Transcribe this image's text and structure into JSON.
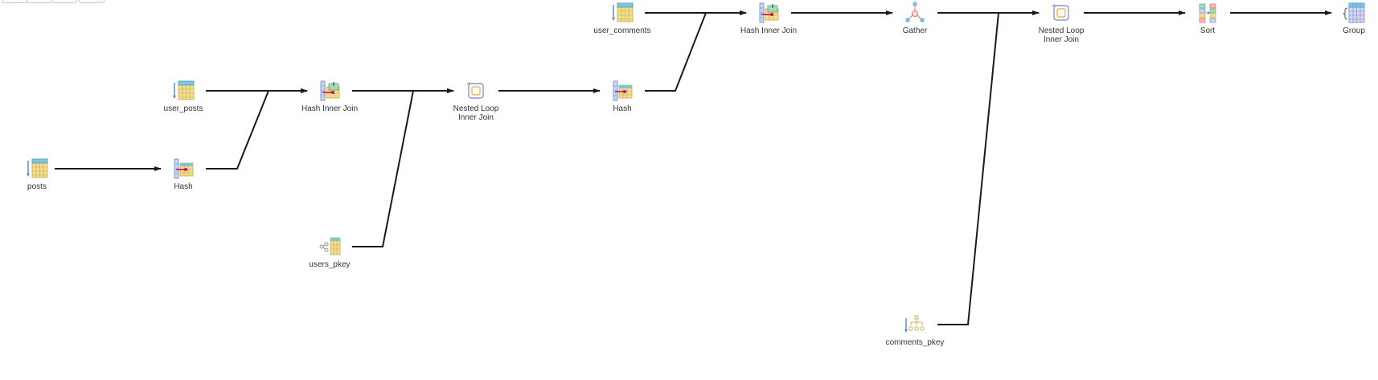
{
  "toolbar": {
    "buttons": [
      "",
      "",
      ""
    ],
    "extra": ""
  },
  "nodes": {
    "posts": {
      "label": "posts",
      "icon": "table-scan-icon"
    },
    "hash1": {
      "label": "Hash",
      "icon": "hash-icon"
    },
    "user_posts": {
      "label": "user_posts",
      "icon": "table-scan-icon"
    },
    "hash_join1": {
      "label": "Hash Inner Join",
      "icon": "hash-join-icon"
    },
    "users_pkey": {
      "label": "users_pkey",
      "icon": "index-scan-icon"
    },
    "nested_loop1": {
      "label": "Nested Loop Inner Join",
      "icon": "nested-loop-icon"
    },
    "hash2": {
      "label": "Hash",
      "icon": "hash-icon"
    },
    "user_comments": {
      "label": "user_comments",
      "icon": "table-scan-icon"
    },
    "hash_join2": {
      "label": "Hash Inner Join",
      "icon": "hash-join-icon"
    },
    "gather": {
      "label": "Gather",
      "icon": "gather-icon"
    },
    "comments_pkey": {
      "label": "comments_pkey",
      "icon": "index-scan-icon"
    },
    "nested_loop2": {
      "label": "Nested Loop Inner Join",
      "icon": "nested-loop-icon"
    },
    "sort": {
      "label": "Sort",
      "icon": "sort-icon"
    },
    "group": {
      "label": "Group",
      "icon": "group-icon"
    }
  },
  "edges": [
    [
      "posts",
      "hash1"
    ],
    [
      "hash1",
      "hash_join1"
    ],
    [
      "user_posts",
      "hash_join1"
    ],
    [
      "hash_join1",
      "nested_loop1"
    ],
    [
      "users_pkey",
      "nested_loop1"
    ],
    [
      "nested_loop1",
      "hash2"
    ],
    [
      "hash2",
      "hash_join2"
    ],
    [
      "user_comments",
      "hash_join2"
    ],
    [
      "hash_join2",
      "gather"
    ],
    [
      "gather",
      "nested_loop2"
    ],
    [
      "comments_pkey",
      "nested_loop2"
    ],
    [
      "nested_loop2",
      "sort"
    ],
    [
      "sort",
      "group"
    ]
  ],
  "colors": {
    "line": "#1a1a1a",
    "label": "#333333",
    "table_cell": "#f3dd8e",
    "table_head": "#7cc6e8"
  }
}
